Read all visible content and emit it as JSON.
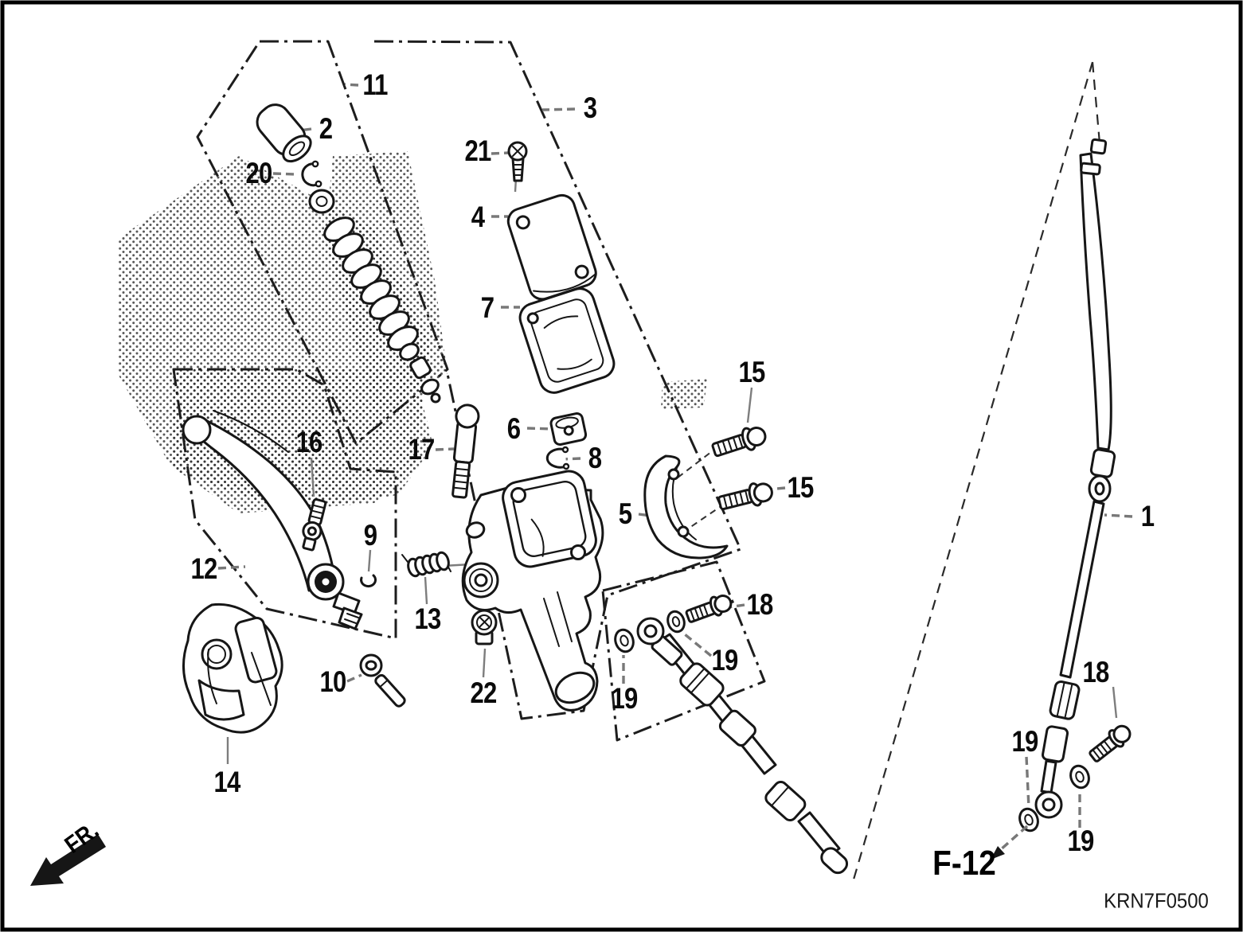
{
  "diagram": {
    "part_labels": [
      {
        "text": "1"
      },
      {
        "text": "2"
      },
      {
        "text": "3"
      },
      {
        "text": "4"
      },
      {
        "text": "5"
      },
      {
        "text": "6"
      },
      {
        "text": "7"
      },
      {
        "text": "8"
      },
      {
        "text": "9"
      },
      {
        "text": "10"
      },
      {
        "text": "11"
      },
      {
        "text": "12"
      },
      {
        "text": "13"
      },
      {
        "text": "14"
      },
      {
        "text": "15"
      },
      {
        "text": "15"
      },
      {
        "text": "16"
      },
      {
        "text": "17"
      },
      {
        "text": "18"
      },
      {
        "text": "18"
      },
      {
        "text": "19"
      },
      {
        "text": "19"
      },
      {
        "text": "19"
      },
      {
        "text": "19"
      },
      {
        "text": "20"
      },
      {
        "text": "21"
      },
      {
        "text": "22"
      }
    ],
    "figure_reference": "F-12",
    "drawing_code": "KRN7F0500",
    "front_marker": "FR."
  }
}
